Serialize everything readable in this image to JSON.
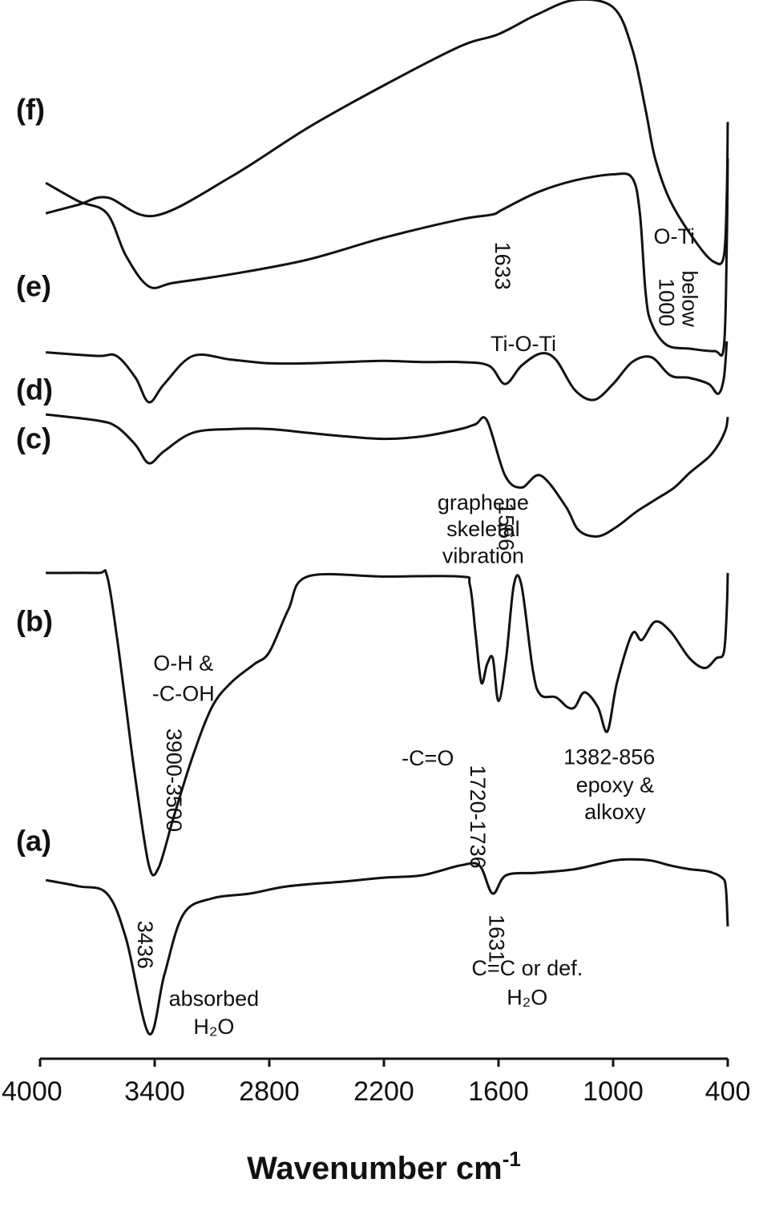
{
  "chart_data": {
    "type": "line",
    "title": "",
    "xlabel": "Wavenumber cm",
    "xlabel_sup": "-1",
    "ylabel": "",
    "xlim": [
      4000,
      400
    ],
    "x_reversed": true,
    "ticks": [
      4000,
      3400,
      2800,
      2200,
      1600,
      1000,
      400
    ],
    "tick_labels": [
      "4000",
      "3400",
      "2800",
      "2200",
      "1600",
      "1000",
      "400"
    ],
    "grid": false,
    "series": [
      {
        "name": "(f)",
        "label_y": 0.09,
        "points": [
          [
            3970,
            0.175
          ],
          [
            3800,
            0.168
          ],
          [
            3650,
            0.162
          ],
          [
            3400,
            0.177
          ],
          [
            3000,
            0.145
          ],
          [
            2600,
            0.105
          ],
          [
            2200,
            0.07
          ],
          [
            1800,
            0.038
          ],
          [
            1600,
            0.028
          ],
          [
            1400,
            0.012
          ],
          [
            1200,
            0.0
          ],
          [
            1000,
            0.006
          ],
          [
            900,
            0.04
          ],
          [
            830,
            0.09
          ],
          [
            780,
            0.13
          ],
          [
            700,
            0.165
          ],
          [
            560,
            0.2
          ],
          [
            470,
            0.215
          ],
          [
            420,
            0.21
          ],
          [
            405,
            0.16
          ],
          [
            400,
            0.1
          ]
        ]
      },
      {
        "name": "(e)",
        "label_y": 0.235,
        "points": [
          [
            3970,
            0.15
          ],
          [
            3800,
            0.165
          ],
          [
            3650,
            0.175
          ],
          [
            3550,
            0.21
          ],
          [
            3430,
            0.235
          ],
          [
            3300,
            0.232
          ],
          [
            3000,
            0.225
          ],
          [
            2600,
            0.213
          ],
          [
            2200,
            0.195
          ],
          [
            1800,
            0.18
          ],
          [
            1633,
            0.176
          ],
          [
            1580,
            0.172
          ],
          [
            1400,
            0.158
          ],
          [
            1200,
            0.148
          ],
          [
            1000,
            0.143
          ],
          [
            900,
            0.146
          ],
          [
            860,
            0.175
          ],
          [
            830,
            0.24
          ],
          [
            800,
            0.265
          ],
          [
            720,
            0.283
          ],
          [
            600,
            0.286
          ],
          [
            470,
            0.288
          ],
          [
            420,
            0.284
          ],
          [
            405,
            0.2
          ],
          [
            400,
            0.13
          ]
        ]
      },
      {
        "name": "(d)",
        "label_y": 0.32,
        "points": [
          [
            3970,
            0.289
          ],
          [
            3700,
            0.292
          ],
          [
            3600,
            0.292
          ],
          [
            3500,
            0.31
          ],
          [
            3430,
            0.33
          ],
          [
            3350,
            0.315
          ],
          [
            3200,
            0.292
          ],
          [
            3000,
            0.295
          ],
          [
            2800,
            0.298
          ],
          [
            2600,
            0.298
          ],
          [
            2400,
            0.297
          ],
          [
            2200,
            0.296
          ],
          [
            2000,
            0.297
          ],
          [
            1800,
            0.297
          ],
          [
            1650,
            0.3
          ],
          [
            1566,
            0.315
          ],
          [
            1480,
            0.3
          ],
          [
            1380,
            0.29
          ],
          [
            1300,
            0.295
          ],
          [
            1200,
            0.32
          ],
          [
            1100,
            0.328
          ],
          [
            1000,
            0.315
          ],
          [
            900,
            0.297
          ],
          [
            800,
            0.293
          ],
          [
            700,
            0.308
          ],
          [
            600,
            0.31
          ],
          [
            500,
            0.315
          ],
          [
            450,
            0.323
          ],
          [
            420,
            0.31
          ],
          [
            405,
            0.28
          ]
        ]
      },
      {
        "name": "(c)",
        "label_y": 0.36,
        "points": [
          [
            3970,
            0.34
          ],
          [
            3700,
            0.345
          ],
          [
            3600,
            0.35
          ],
          [
            3500,
            0.365
          ],
          [
            3430,
            0.38
          ],
          [
            3350,
            0.37
          ],
          [
            3200,
            0.355
          ],
          [
            3000,
            0.352
          ],
          [
            2800,
            0.352
          ],
          [
            2600,
            0.355
          ],
          [
            2400,
            0.358
          ],
          [
            2200,
            0.36
          ],
          [
            2000,
            0.358
          ],
          [
            1800,
            0.352
          ],
          [
            1720,
            0.348
          ],
          [
            1660,
            0.345
          ],
          [
            1566,
            0.39
          ],
          [
            1480,
            0.4
          ],
          [
            1380,
            0.39
          ],
          [
            1250,
            0.415
          ],
          [
            1180,
            0.435
          ],
          [
            1080,
            0.44
          ],
          [
            980,
            0.432
          ],
          [
            880,
            0.42
          ],
          [
            780,
            0.41
          ],
          [
            680,
            0.4
          ],
          [
            600,
            0.388
          ],
          [
            500,
            0.375
          ],
          [
            450,
            0.365
          ],
          [
            410,
            0.352
          ],
          [
            400,
            0.342
          ]
        ]
      },
      {
        "name": "(b)",
        "label_y": 0.51,
        "points": [
          [
            3970,
            0.47
          ],
          [
            3700,
            0.47
          ],
          [
            3650,
            0.472
          ],
          [
            3600,
            0.52
          ],
          [
            3550,
            0.58
          ],
          [
            3500,
            0.64
          ],
          [
            3430,
            0.71
          ],
          [
            3380,
            0.712
          ],
          [
            3300,
            0.67
          ],
          [
            3200,
            0.62
          ],
          [
            3100,
            0.58
          ],
          [
            3000,
            0.56
          ],
          [
            2880,
            0.545
          ],
          [
            2800,
            0.535
          ],
          [
            2700,
            0.5
          ],
          [
            2600,
            0.473
          ],
          [
            2200,
            0.473
          ],
          [
            1800,
            0.473
          ],
          [
            1750,
            0.48
          ],
          [
            1720,
            0.52
          ],
          [
            1690,
            0.56
          ],
          [
            1660,
            0.545
          ],
          [
            1630,
            0.54
          ],
          [
            1600,
            0.575
          ],
          [
            1560,
            0.54
          ],
          [
            1520,
            0.48
          ],
          [
            1480,
            0.48
          ],
          [
            1420,
            0.55
          ],
          [
            1380,
            0.57
          ],
          [
            1300,
            0.572
          ],
          [
            1240,
            0.58
          ],
          [
            1200,
            0.58
          ],
          [
            1150,
            0.568
          ],
          [
            1080,
            0.58
          ],
          [
            1030,
            0.6
          ],
          [
            980,
            0.56
          ],
          [
            900,
            0.52
          ],
          [
            850,
            0.525
          ],
          [
            780,
            0.51
          ],
          [
            700,
            0.518
          ],
          [
            600,
            0.54
          ],
          [
            520,
            0.548
          ],
          [
            460,
            0.54
          ],
          [
            420,
            0.535
          ],
          [
            405,
            0.5
          ],
          [
            400,
            0.47
          ]
        ]
      },
      {
        "name": "(a)",
        "label_y": 0.69,
        "points": [
          [
            3970,
            0.722
          ],
          [
            3800,
            0.727
          ],
          [
            3650,
            0.733
          ],
          [
            3550,
            0.77
          ],
          [
            3430,
            0.848
          ],
          [
            3350,
            0.8
          ],
          [
            3250,
            0.75
          ],
          [
            3100,
            0.737
          ],
          [
            2900,
            0.733
          ],
          [
            2700,
            0.727
          ],
          [
            2400,
            0.723
          ],
          [
            2200,
            0.72
          ],
          [
            2000,
            0.718
          ],
          [
            1800,
            0.71
          ],
          [
            1700,
            0.71
          ],
          [
            1631,
            0.733
          ],
          [
            1560,
            0.718
          ],
          [
            1400,
            0.716
          ],
          [
            1200,
            0.713
          ],
          [
            1000,
            0.706
          ],
          [
            900,
            0.705
          ],
          [
            800,
            0.706
          ],
          [
            700,
            0.71
          ],
          [
            600,
            0.713
          ],
          [
            500,
            0.715
          ],
          [
            430,
            0.72
          ],
          [
            410,
            0.728
          ],
          [
            400,
            0.76
          ]
        ]
      }
    ],
    "annotations": [
      {
        "text": "O-H &",
        "x": 3250,
        "y": 0.55,
        "rotate": 0
      },
      {
        "text": "-C-OH",
        "x": 3250,
        "y": 0.575,
        "rotate": 0
      },
      {
        "text": "3900-3500",
        "x": 3300,
        "y": 0.64,
        "rotate": 90
      },
      {
        "text": "-C=O",
        "x": 1970,
        "y": 0.628,
        "rotate": 0
      },
      {
        "text": "1720-1736",
        "x": 1710,
        "y": 0.67,
        "rotate": 90
      },
      {
        "text": "1382-856",
        "x": 1020,
        "y": 0.627,
        "rotate": 0
      },
      {
        "text": "epoxy &",
        "x": 990,
        "y": 0.65,
        "rotate": 0
      },
      {
        "text": "alkoxy",
        "x": 990,
        "y": 0.672,
        "rotate": 0
      },
      {
        "text": "graphene",
        "x": 1680,
        "y": 0.418,
        "rotate": 0
      },
      {
        "text": "skeletal",
        "x": 1680,
        "y": 0.44,
        "rotate": 0
      },
      {
        "text": "vibration",
        "x": 1680,
        "y": 0.462,
        "rotate": 0
      },
      {
        "text": "1566",
        "x": 1560,
        "y": 0.432,
        "rotate": 90
      },
      {
        "text": "1633",
        "x": 1580,
        "y": 0.218,
        "rotate": 90
      },
      {
        "text": "Ti-O-Ti",
        "x": 1470,
        "y": 0.288,
        "rotate": 0
      },
      {
        "text": "O-Ti",
        "x": 680,
        "y": 0.2,
        "rotate": 0
      },
      {
        "text": "1000",
        "x": 720,
        "y": 0.248,
        "rotate": 90
      },
      {
        "text": "below",
        "x": 600,
        "y": 0.245,
        "rotate": 90
      },
      {
        "text": "3436",
        "x": 3450,
        "y": 0.775,
        "rotate": 90
      },
      {
        "text": "absorbed",
        "x": 3090,
        "y": 0.825,
        "rotate": 0
      },
      {
        "text": "H₂O",
        "x": 3090,
        "y": 0.848,
        "rotate": 0
      },
      {
        "text": "1631",
        "x": 1610,
        "y": 0.77,
        "rotate": 90
      },
      {
        "text": "C=C or def.",
        "x": 1450,
        "y": 0.8,
        "rotate": 0
      },
      {
        "text": "H₂O",
        "x": 1450,
        "y": 0.824,
        "rotate": 0
      }
    ]
  }
}
